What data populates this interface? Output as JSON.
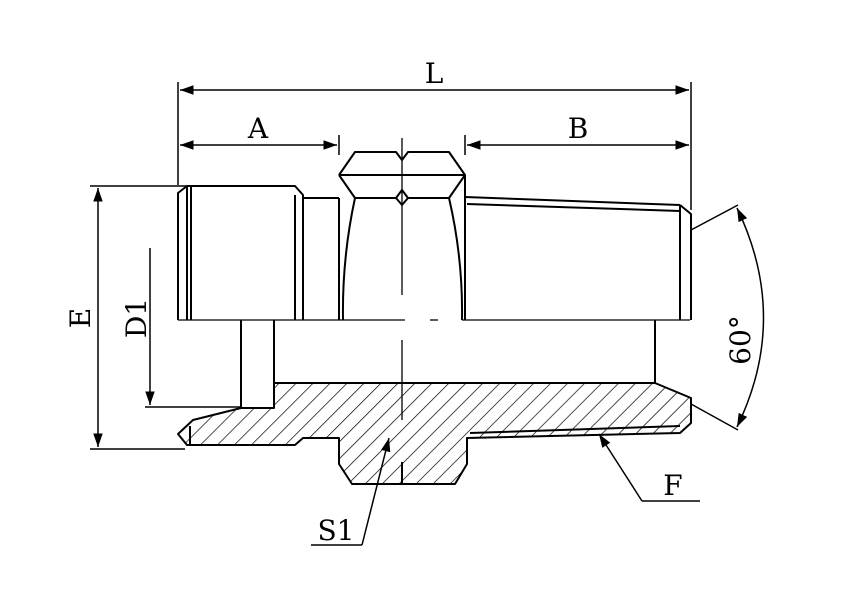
{
  "dimensions": {
    "overall_length": "L",
    "left_length": "A",
    "right_length": "B",
    "outer_diameter": "E",
    "bore_diameter": "D1",
    "hex_size": "S1",
    "thread": "F",
    "angle": "60°"
  },
  "colors": {
    "line": "#000000",
    "background": "#ffffff"
  }
}
